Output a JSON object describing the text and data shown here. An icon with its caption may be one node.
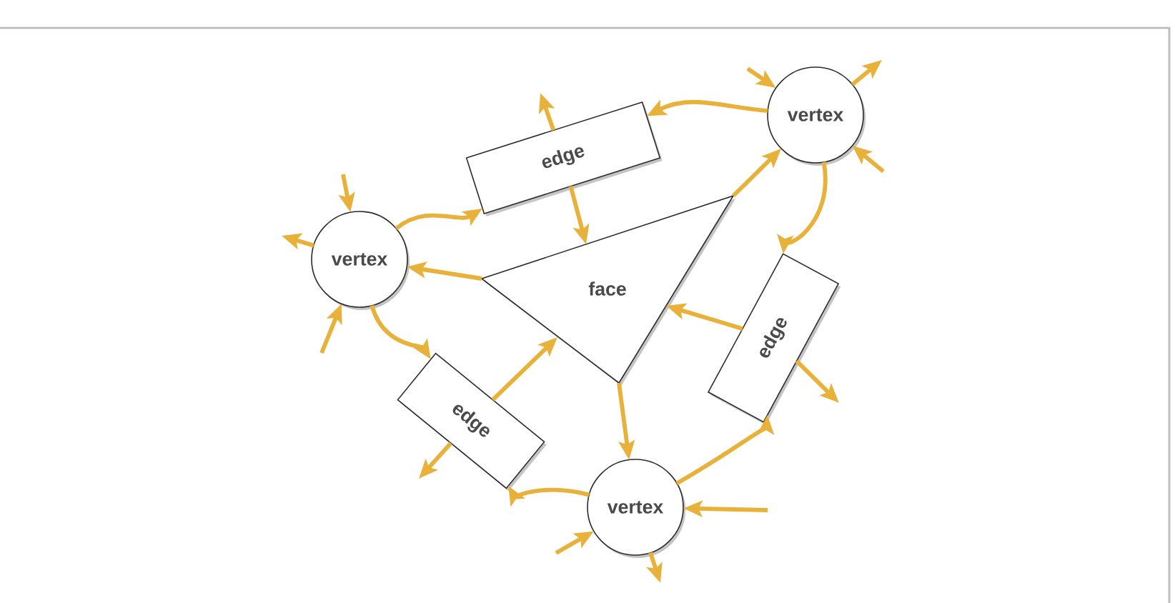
{
  "diagram": {
    "nodes": [
      {
        "text": [
          "vertex"
        ]
      },
      {
        "text": [
          "edge"
        ]
      },
      {
        "text": [
          "vertex"
        ]
      },
      {
        "text": [
          "face"
        ]
      },
      {
        "text": [
          "edge"
        ]
      },
      {
        "text": [
          "edge"
        ]
      },
      {
        "text": [
          "vertex"
        ]
      }
    ],
    "edges": [
      {
        "from": 2,
        "to": 1,
        "arrow": "to"
      },
      {
        "from": 1,
        "to": 3,
        "arrow": "to"
      },
      {
        "from": 3,
        "to": 2,
        "arrow": "to"
      },
      {
        "from": 2,
        "to": 5,
        "arrow": "to"
      },
      {
        "from": 5,
        "to": 3,
        "arrow": "to"
      },
      {
        "from": 3,
        "to": 6,
        "arrow": "to"
      },
      {
        "from": 6,
        "to": 5,
        "arrow": "to"
      },
      {
        "from": 6,
        "to": 4,
        "arrow": "to"
      },
      {
        "from": 4,
        "to": 3,
        "arrow": "to"
      },
      {
        "from": 3,
        "to": 0,
        "arrow": "to"
      },
      {
        "from": 0,
        "to": 1,
        "arrow": "to"
      },
      {
        "from": 0,
        "to": 4,
        "arrow": "to"
      },
      {
        "from": 1,
        "to": null,
        "arrow": "to"
      },
      {
        "from": null,
        "to": 0,
        "arrow": "to"
      },
      {
        "from": 0,
        "to": null,
        "arrow": "to"
      },
      {
        "from": null,
        "to": 0,
        "arrow": "to"
      },
      {
        "from": null,
        "to": 2,
        "arrow": "to"
      },
      {
        "from": 2,
        "to": null,
        "arrow": "to"
      },
      {
        "from": null,
        "to": 2,
        "arrow": "to"
      },
      {
        "from": 4,
        "to": null,
        "arrow": "to"
      },
      {
        "from": 5,
        "to": null,
        "arrow": "to"
      },
      {
        "from": null,
        "to": 6,
        "arrow": "to"
      },
      {
        "from": null,
        "to": 6,
        "arrow": "to"
      },
      {
        "from": 6,
        "to": null,
        "arrow": "to"
      }
    ]
  }
}
